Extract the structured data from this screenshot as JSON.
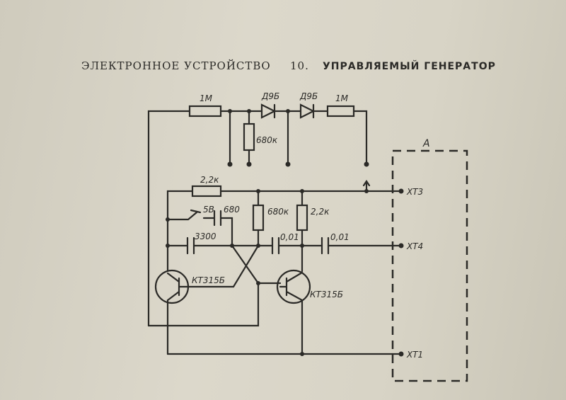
{
  "title": {
    "prefix": "ЭЛЕКТРОННОЕ УСТРОЙСТВО",
    "number": "10.",
    "name": "УПРАВЛЯЕМЫЙ ГЕНЕРАТОР"
  },
  "components": {
    "r1": "1М",
    "d1": "Д9Б",
    "d2": "Д9Б",
    "r2": "1М",
    "r3": "680к",
    "r4": "2,2к",
    "switch": "5В",
    "c1": "680",
    "c2": "3300",
    "r5": "680к",
    "r6": "2,2к",
    "c3": "0,01",
    "c4": "0,01",
    "t1": "КТ315Б",
    "t2": "КТ315Б"
  },
  "connector": {
    "name": "А",
    "pins": [
      "ХТ3",
      "ХТ4",
      "ХТ1"
    ]
  }
}
